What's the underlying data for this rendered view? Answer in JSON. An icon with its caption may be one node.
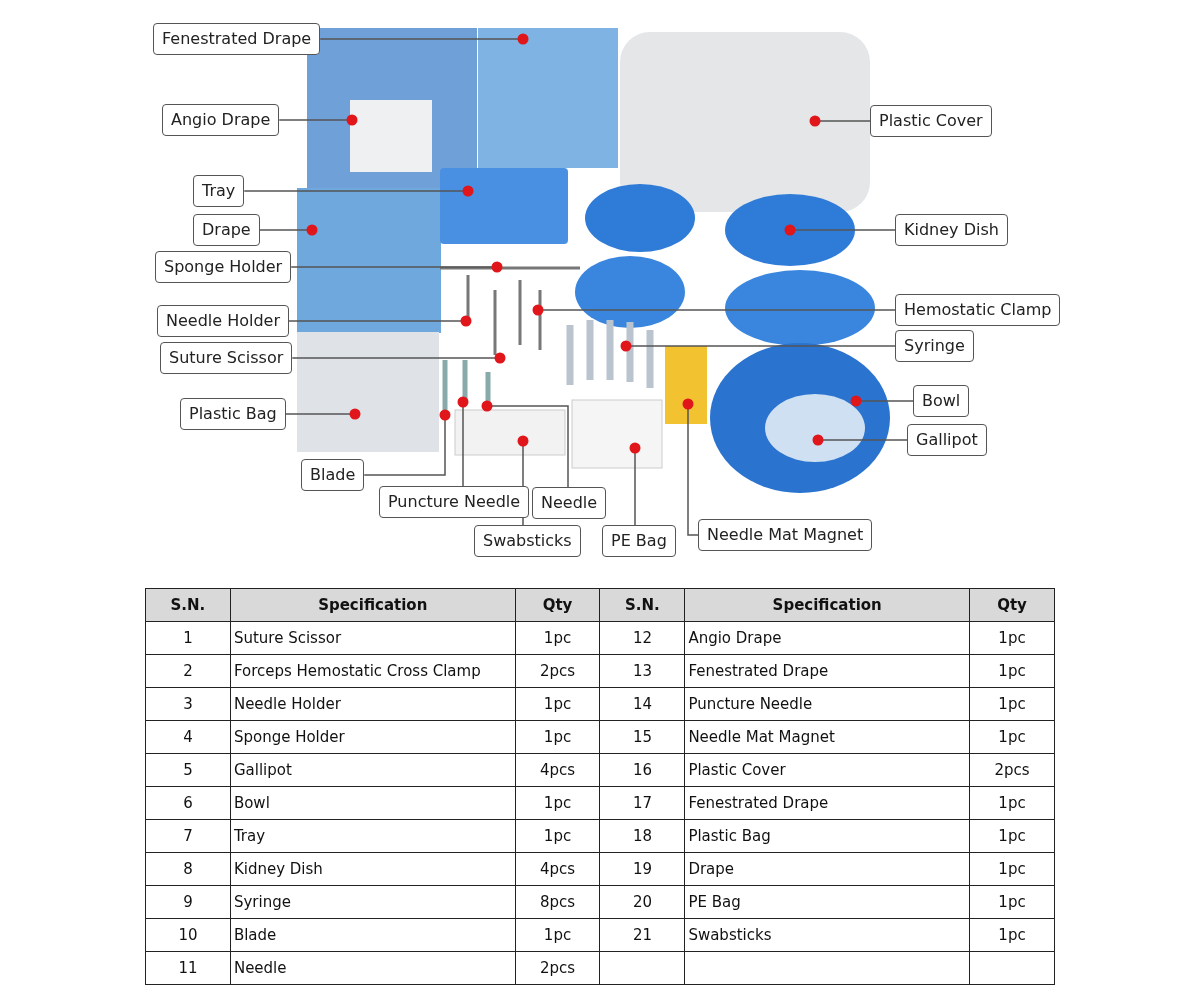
{
  "diagram": {
    "nodes": [
      {
        "text": [
          "Fenestrated Drape"
        ]
      },
      {
        "text": [
          "Angio Drape"
        ]
      },
      {
        "text": [
          "Plastic Cover"
        ]
      },
      {
        "text": [
          "Tray"
        ]
      },
      {
        "text": [
          "Drape"
        ]
      },
      {
        "text": [
          "Kidney Dish"
        ]
      },
      {
        "text": [
          "Sponge Holder"
        ]
      },
      {
        "text": [
          "Hemostatic Clamp"
        ]
      },
      {
        "text": [
          "Needle Holder"
        ]
      },
      {
        "text": [
          "Syringe"
        ]
      },
      {
        "text": [
          "Suture Scissor"
        ]
      },
      {
        "text": [
          "Bowl"
        ]
      },
      {
        "text": [
          "Plastic Bag"
        ]
      },
      {
        "text": [
          "Gallipot"
        ]
      },
      {
        "text": [
          "Blade"
        ]
      },
      {
        "text": [
          "Puncture Needle"
        ]
      },
      {
        "text": [
          "Needle"
        ]
      },
      {
        "text": [
          "Swabsticks"
        ]
      },
      {
        "text": [
          "PE Bag"
        ]
      },
      {
        "text": [
          "Needle Mat Magnet"
        ]
      }
    ],
    "edges": [
      {
        "from": 0,
        "to": null,
        "arrow": "none"
      },
      {
        "from": 1,
        "to": null,
        "arrow": "none"
      },
      {
        "from": 2,
        "to": null,
        "arrow": "none"
      },
      {
        "from": 3,
        "to": null,
        "arrow": "none"
      },
      {
        "from": 4,
        "to": null,
        "arrow": "none"
      },
      {
        "from": 5,
        "to": null,
        "arrow": "none"
      },
      {
        "from": 6,
        "to": null,
        "arrow": "none"
      },
      {
        "from": 7,
        "to": null,
        "arrow": "none"
      },
      {
        "from": 8,
        "to": null,
        "arrow": "none"
      },
      {
        "from": 9,
        "to": null,
        "arrow": "none"
      },
      {
        "from": 10,
        "to": null,
        "arrow": "none"
      },
      {
        "from": 11,
        "to": null,
        "arrow": "none"
      },
      {
        "from": 12,
        "to": null,
        "arrow": "none"
      },
      {
        "from": 13,
        "to": null,
        "arrow": "none"
      },
      {
        "from": 14,
        "to": null,
        "arrow": "none"
      },
      {
        "from": 15,
        "to": null,
        "arrow": "none"
      },
      {
        "from": 16,
        "to": null,
        "arrow": "none"
      },
      {
        "from": 17,
        "to": null,
        "arrow": "none"
      },
      {
        "from": 18,
        "to": null,
        "arrow": "none"
      },
      {
        "from": 19,
        "to": null,
        "arrow": "none"
      }
    ],
    "labels": [
      "S.N.",
      "Specification",
      "Qty",
      "S.N.",
      "Specification",
      "Qty",
      "1",
      "Suture Scissor",
      "1pc",
      "12",
      "Angio Drape",
      "1pc",
      "2",
      "Forceps Hemostatic Cross Clamp",
      "2pcs",
      "13",
      "Fenestrated Drape",
      "1pc",
      "3",
      "Needle Holder",
      "1pc",
      "14",
      "Puncture Needle",
      "1pc",
      "4",
      "Sponge Holder",
      "1pc",
      "15",
      "Needle Mat Magnet",
      "1pc",
      "5",
      "Gallipot",
      "4pcs",
      "16",
      "Plastic Cover",
      "2pcs",
      "6",
      "Bowl",
      "1pc",
      "17",
      "Fenestrated Drape",
      "1pc",
      "7",
      "Tray",
      "1pc",
      "18",
      "Plastic Bag",
      "1pc",
      "8",
      "Kidney Dish",
      "4pcs",
      "19",
      "Drape",
      "1pc",
      "9",
      "Syringe",
      "8pcs",
      "20",
      "PE Bag",
      "1pc",
      "10",
      "Blade",
      "1pc",
      "21",
      "Swabsticks",
      "1pc",
      "11",
      "Needle",
      "2pcs"
    ]
  }
}
